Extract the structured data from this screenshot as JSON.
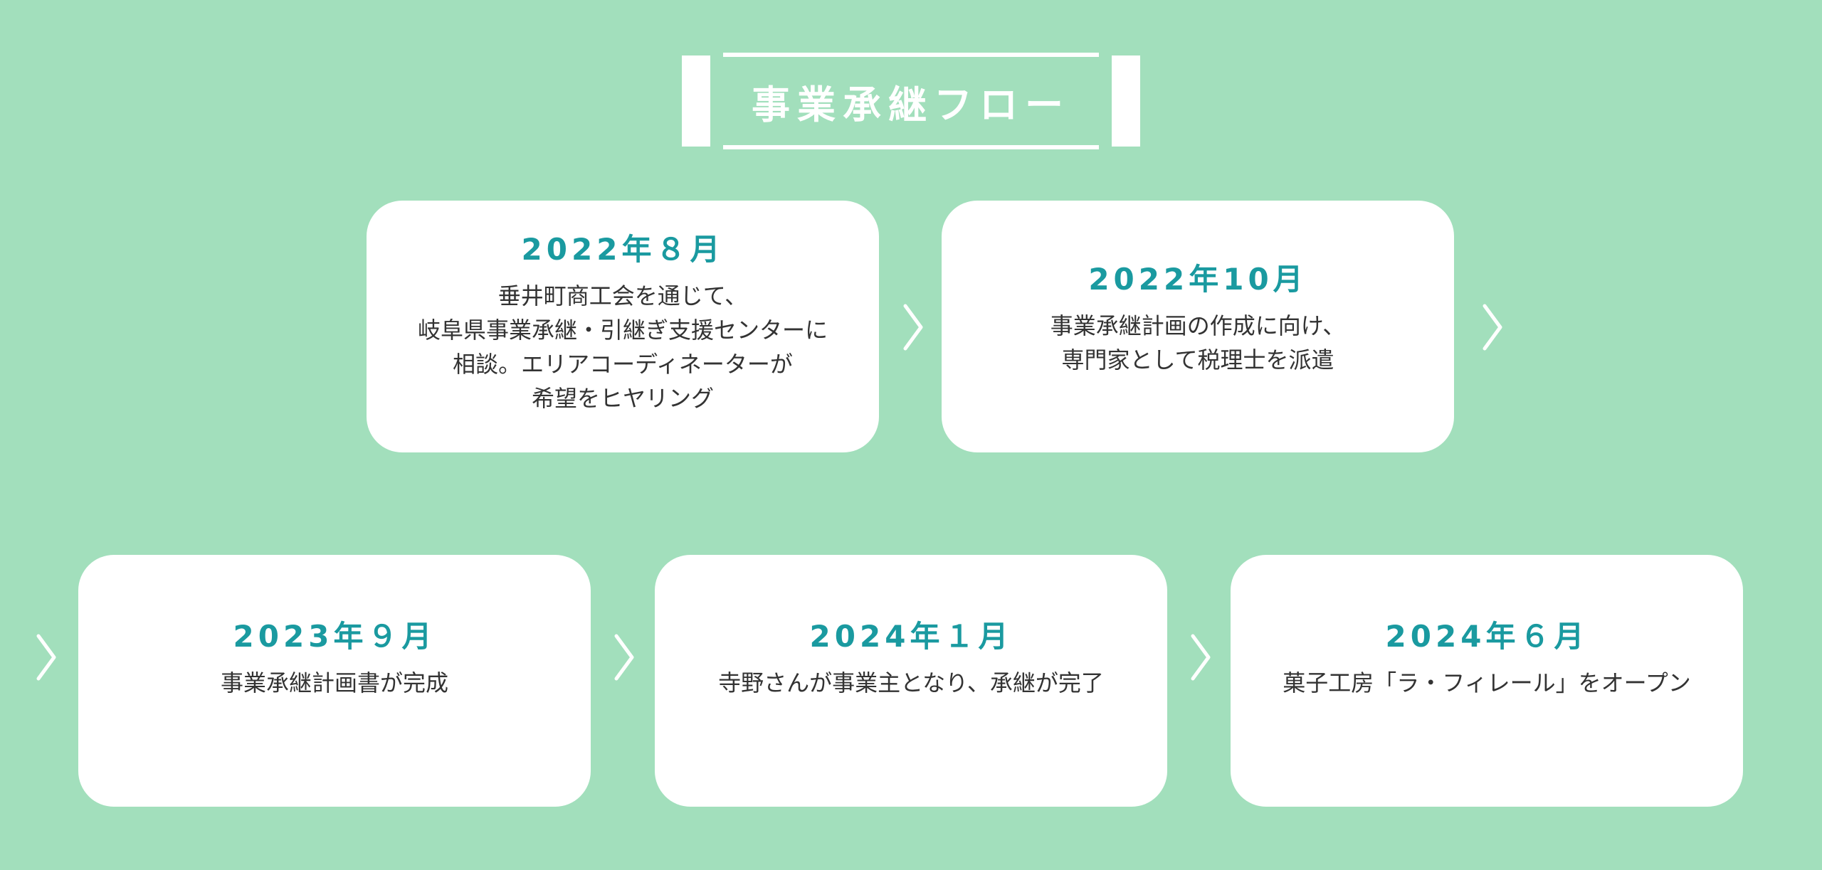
{
  "title": "事業承継フロー",
  "steps": [
    {
      "date": "2022年８月",
      "lines": [
        "垂井町商工会を通じて、",
        "岐阜県事業承継・引継ぎ支援センターに",
        "相談。エリアコーディネーターが",
        "希望をヒヤリング"
      ]
    },
    {
      "date": "2022年10月",
      "lines": [
        "事業承継計画の作成に向け、",
        "専門家として税理士を派遣"
      ]
    },
    {
      "date": "2023年９月",
      "lines": [
        "事業承継計画書が完成"
      ]
    },
    {
      "date": "2024年１月",
      "lines": [
        "寺野さんが事業主となり、承継が完了"
      ]
    },
    {
      "date": "2024年６月",
      "lines": [
        "菓子工房「ラ・フィレール」をオープン"
      ]
    }
  ],
  "arrow_icon": "chevron-right-icon",
  "colors": {
    "background": "#a2dfbc",
    "card": "#ffffff",
    "date": "#1a9aa0",
    "text": "#333333"
  }
}
